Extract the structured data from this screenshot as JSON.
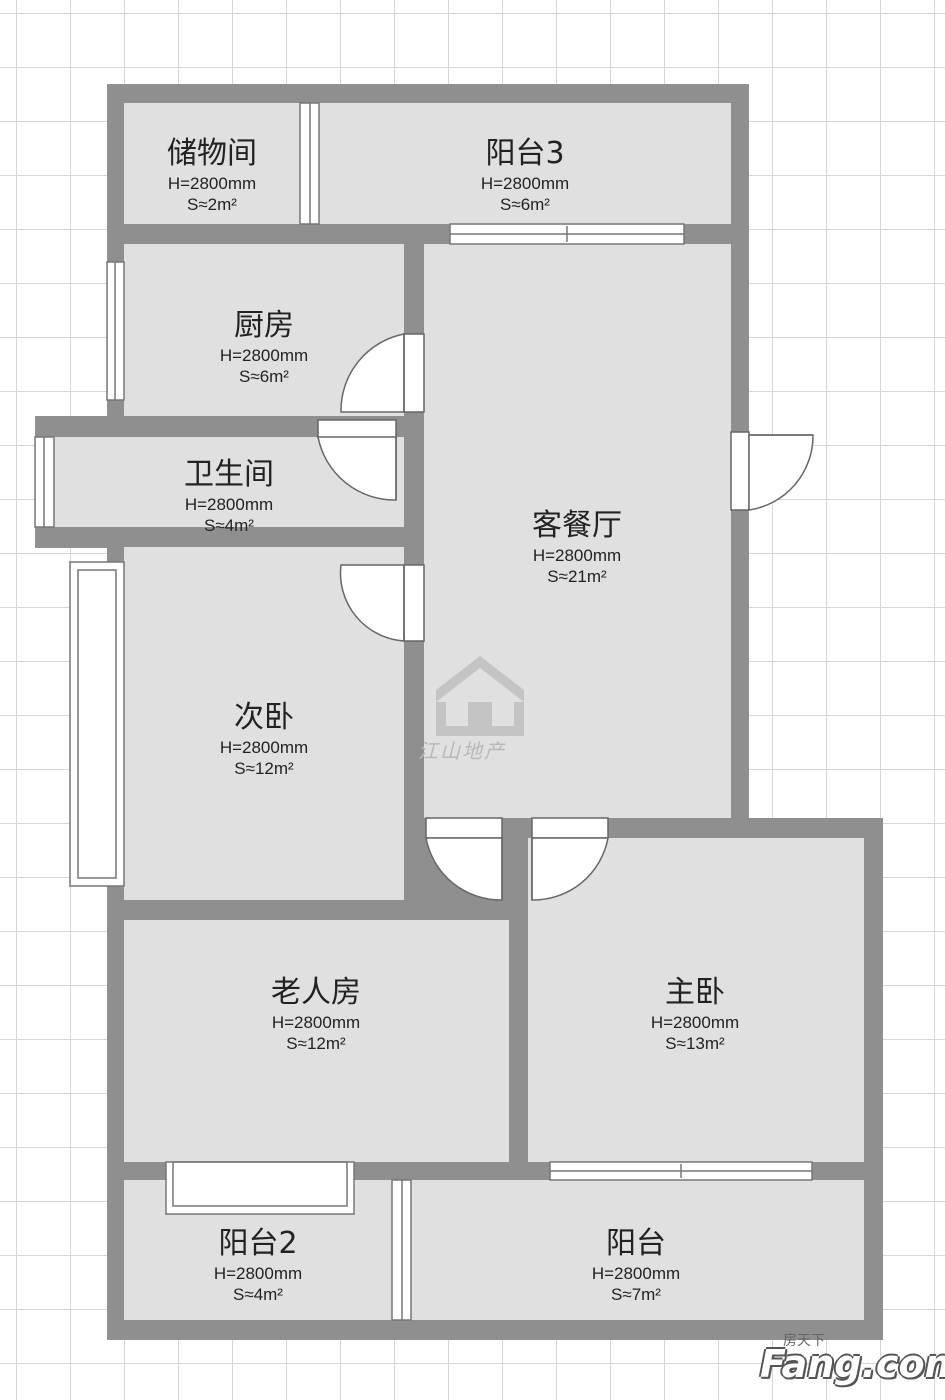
{
  "rooms": [
    {
      "id": "storage",
      "name": "储物间",
      "h": "H=2800mm",
      "s": "S≈2m²"
    },
    {
      "id": "balcony3",
      "name": "阳台3",
      "h": "H=2800mm",
      "s": "S≈6m²"
    },
    {
      "id": "kitchen",
      "name": "厨房",
      "h": "H=2800mm",
      "s": "S≈6m²"
    },
    {
      "id": "bathroom",
      "name": "卫生间",
      "h": "H=2800mm",
      "s": "S≈4m²"
    },
    {
      "id": "living",
      "name": "客餐厅",
      "h": "H=2800mm",
      "s": "S≈21m²"
    },
    {
      "id": "second-bedroom",
      "name": "次卧",
      "h": "H=2800mm",
      "s": "S≈12m²"
    },
    {
      "id": "elder-room",
      "name": "老人房",
      "h": "H=2800mm",
      "s": "S≈12m²"
    },
    {
      "id": "master-bedroom",
      "name": "主卧",
      "h": "H=2800mm",
      "s": "S≈13m²"
    },
    {
      "id": "balcony2",
      "name": "阳台2",
      "h": "H=2800mm",
      "s": "S≈4m²"
    },
    {
      "id": "balcony",
      "name": "阳台",
      "h": "H=2800mm",
      "s": "S≈7m²"
    }
  ],
  "watermark": {
    "text": "江山地产"
  },
  "branding": {
    "top": "房天下",
    "main": "Fang.com"
  },
  "colors": {
    "wall": "#8f8f8f",
    "floor": "#e0e0e0",
    "grid": "#d6d6d6"
  }
}
